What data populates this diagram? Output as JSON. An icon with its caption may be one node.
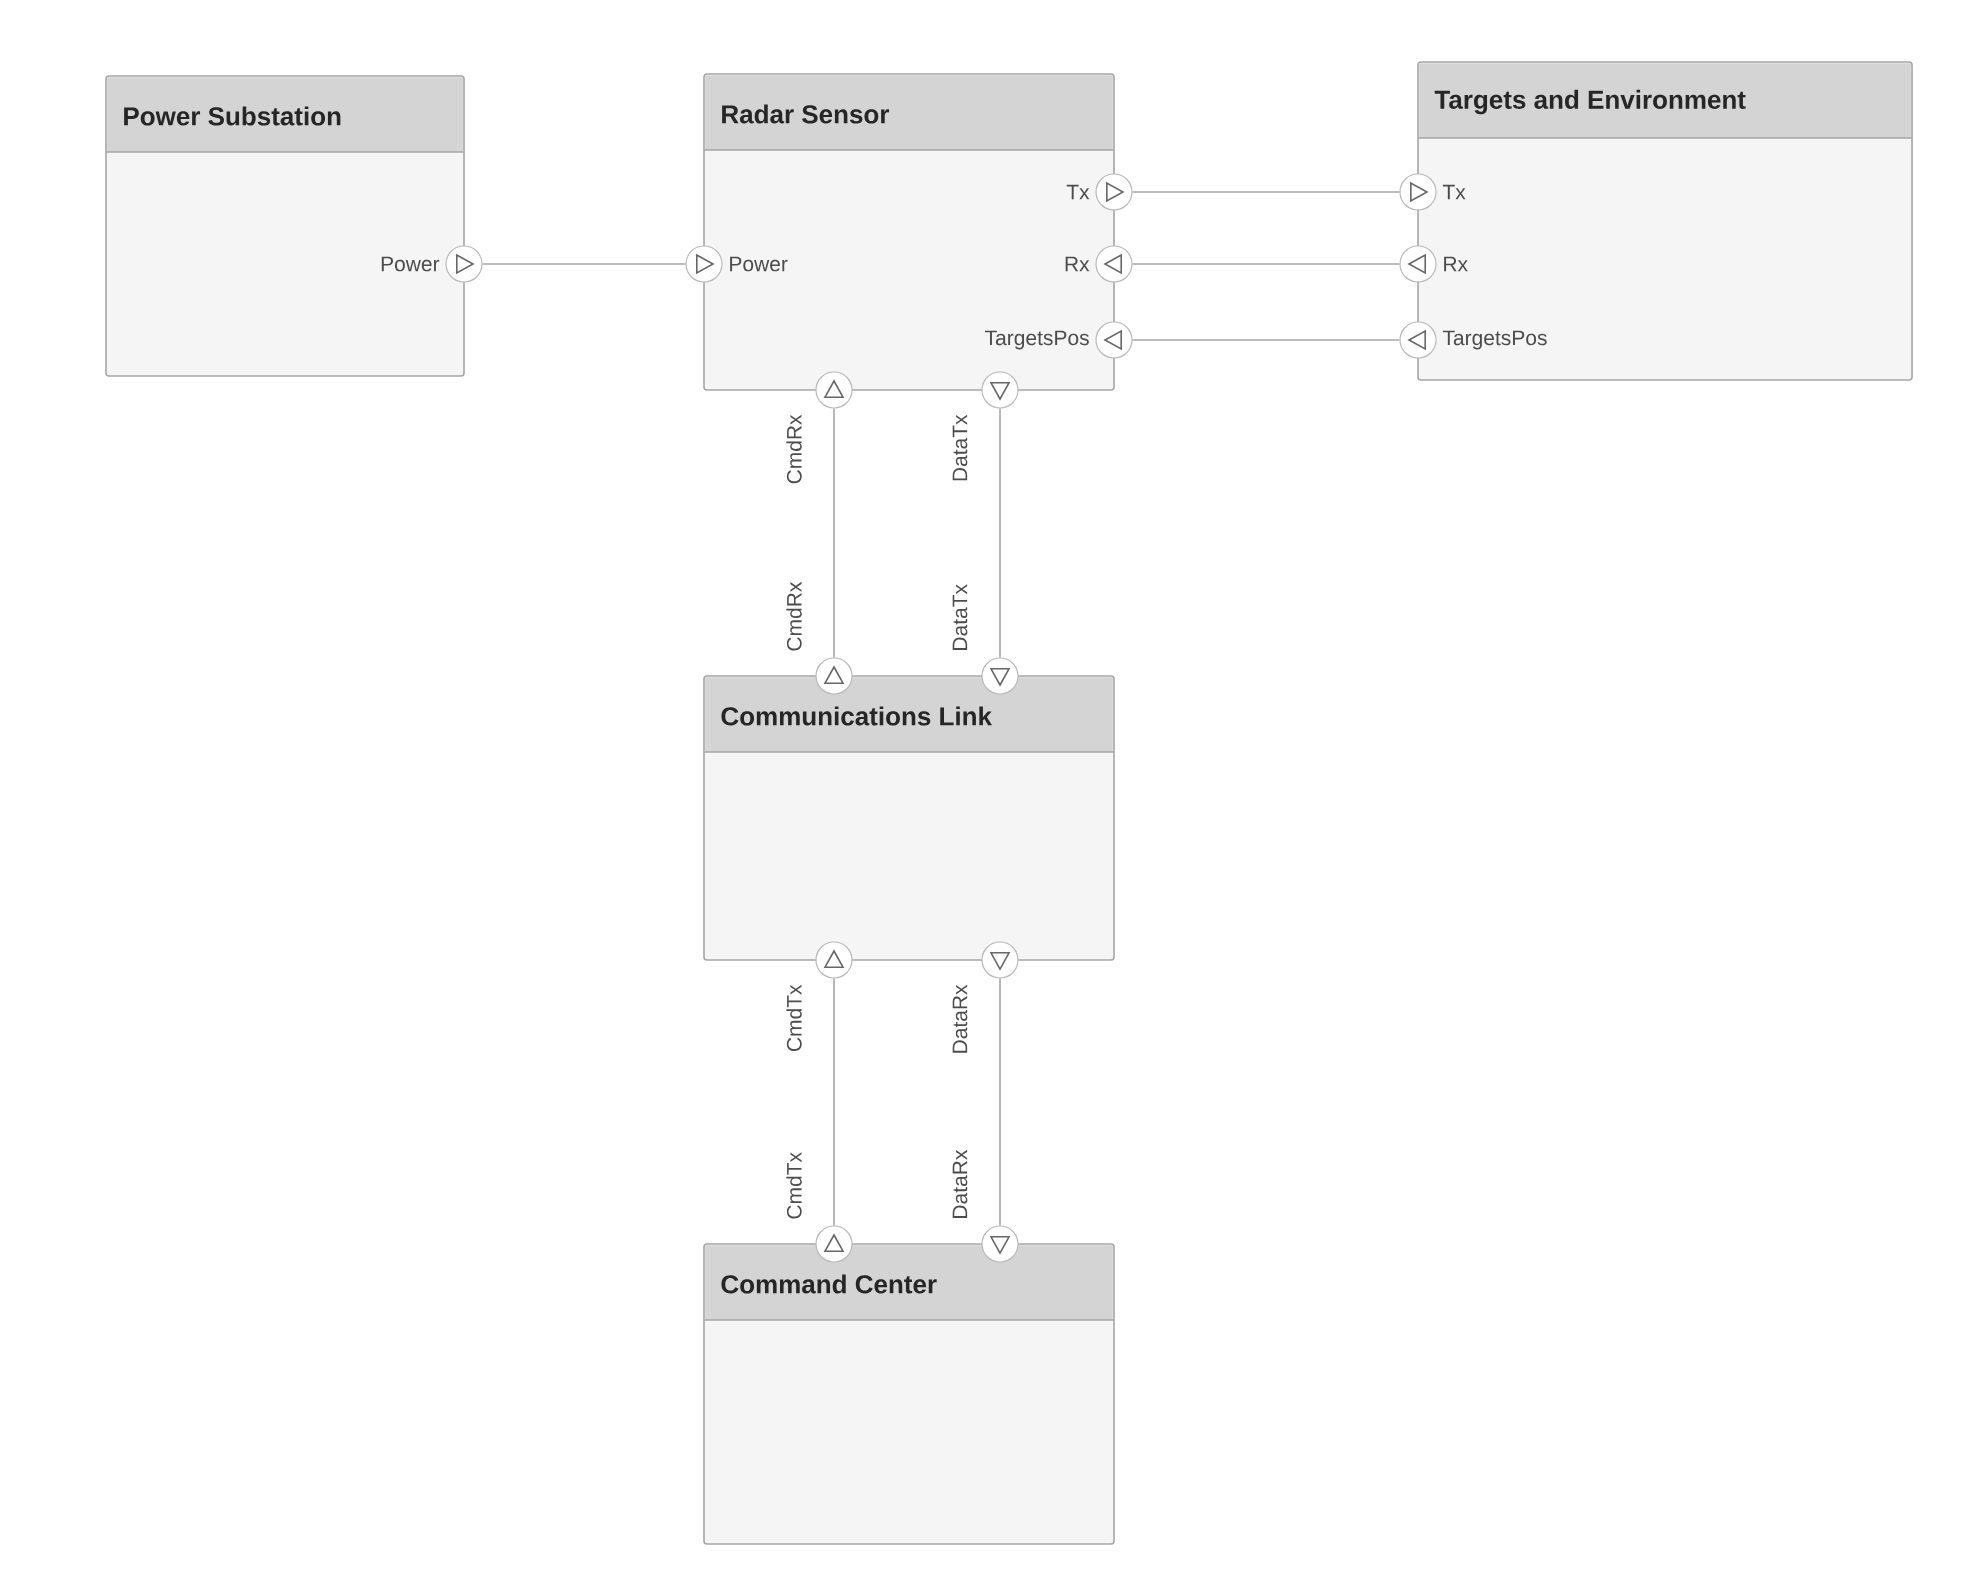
{
  "diagram": {
    "nodes": [
      {
        "text": [
          "Power Substation"
        ]
      },
      {
        "text": [
          "Power"
        ],
        "in": 0
      },
      {
        "text": [
          "Radar Sensor"
        ]
      },
      {
        "text": [
          "Power"
        ],
        "in": 2
      },
      {
        "text": [
          "Tx"
        ],
        "in": 2
      },
      {
        "text": [
          "Rx"
        ],
        "in": 2
      },
      {
        "text": [
          "TargetsPos"
        ],
        "in": 2
      },
      {
        "text": [
          "CmdRx"
        ],
        "in": 2
      },
      {
        "text": [
          "DataTx"
        ],
        "in": 2
      },
      {
        "text": [
          "Targets and Environment"
        ]
      },
      {
        "text": [
          "Tx"
        ],
        "in": 9
      },
      {
        "text": [
          "Rx"
        ],
        "in": 9
      },
      {
        "text": [
          "TargetsPos"
        ],
        "in": 9
      },
      {
        "text": [
          "Communications Link"
        ]
      },
      {
        "text": [
          "CmdRx"
        ],
        "in": 13
      },
      {
        "text": [
          "DataTx"
        ],
        "in": 13
      },
      {
        "text": [
          "CmdTx"
        ],
        "in": 13
      },
      {
        "text": [
          "DataRx"
        ],
        "in": 13
      },
      {
        "text": [
          "Command Center"
        ]
      },
      {
        "text": [
          "CmdTx"
        ],
        "in": 18
      },
      {
        "text": [
          "DataRx"
        ],
        "in": 18
      }
    ],
    "edges": [
      {
        "from": 1,
        "to": 3,
        "arrow": "none"
      },
      {
        "from": 4,
        "to": 10,
        "arrow": "none"
      },
      {
        "from": 5,
        "to": 11,
        "arrow": "none"
      },
      {
        "from": 6,
        "to": 12,
        "arrow": "none"
      },
      {
        "from": 7,
        "to": 14,
        "arrow": "none"
      },
      {
        "from": 8,
        "to": 15,
        "arrow": "none"
      },
      {
        "from": 16,
        "to": 19,
        "arrow": "none"
      },
      {
        "from": 17,
        "to": 20,
        "arrow": "none"
      }
    ]
  }
}
